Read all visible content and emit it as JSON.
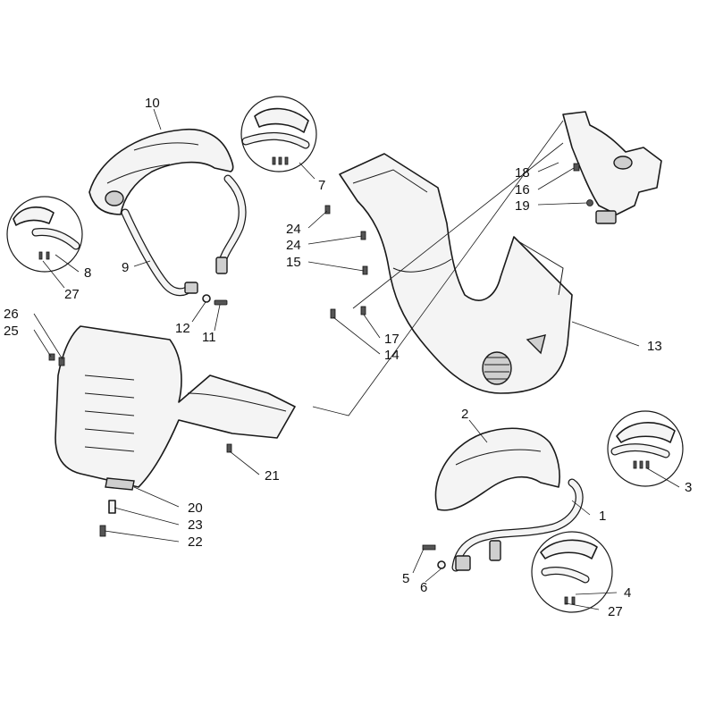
{
  "callouts": [
    {
      "id": "c-10",
      "label": "10"
    },
    {
      "id": "c-7",
      "label": "7"
    },
    {
      "id": "c-18",
      "label": "18"
    },
    {
      "id": "c-16",
      "label": "16"
    },
    {
      "id": "c-19",
      "label": "19"
    },
    {
      "id": "c-24a",
      "label": "24"
    },
    {
      "id": "c-24b",
      "label": "24"
    },
    {
      "id": "c-15",
      "label": "15"
    },
    {
      "id": "c-8",
      "label": "8"
    },
    {
      "id": "c-27a",
      "label": "27"
    },
    {
      "id": "c-9",
      "label": "9"
    },
    {
      "id": "c-12",
      "label": "12"
    },
    {
      "id": "c-11",
      "label": "11"
    },
    {
      "id": "c-26",
      "label": "26"
    },
    {
      "id": "c-25",
      "label": "25"
    },
    {
      "id": "c-17",
      "label": "17"
    },
    {
      "id": "c-14",
      "label": "14"
    },
    {
      "id": "c-13",
      "label": "13"
    },
    {
      "id": "c-2",
      "label": "2"
    },
    {
      "id": "c-3",
      "label": "3"
    },
    {
      "id": "c-21",
      "label": "21"
    },
    {
      "id": "c-1",
      "label": "1"
    },
    {
      "id": "c-20",
      "label": "20"
    },
    {
      "id": "c-23",
      "label": "23"
    },
    {
      "id": "c-22",
      "label": "22"
    },
    {
      "id": "c-5",
      "label": "5"
    },
    {
      "id": "c-6",
      "label": "6"
    },
    {
      "id": "c-4",
      "label": "4"
    },
    {
      "id": "c-27b",
      "label": "27"
    }
  ]
}
